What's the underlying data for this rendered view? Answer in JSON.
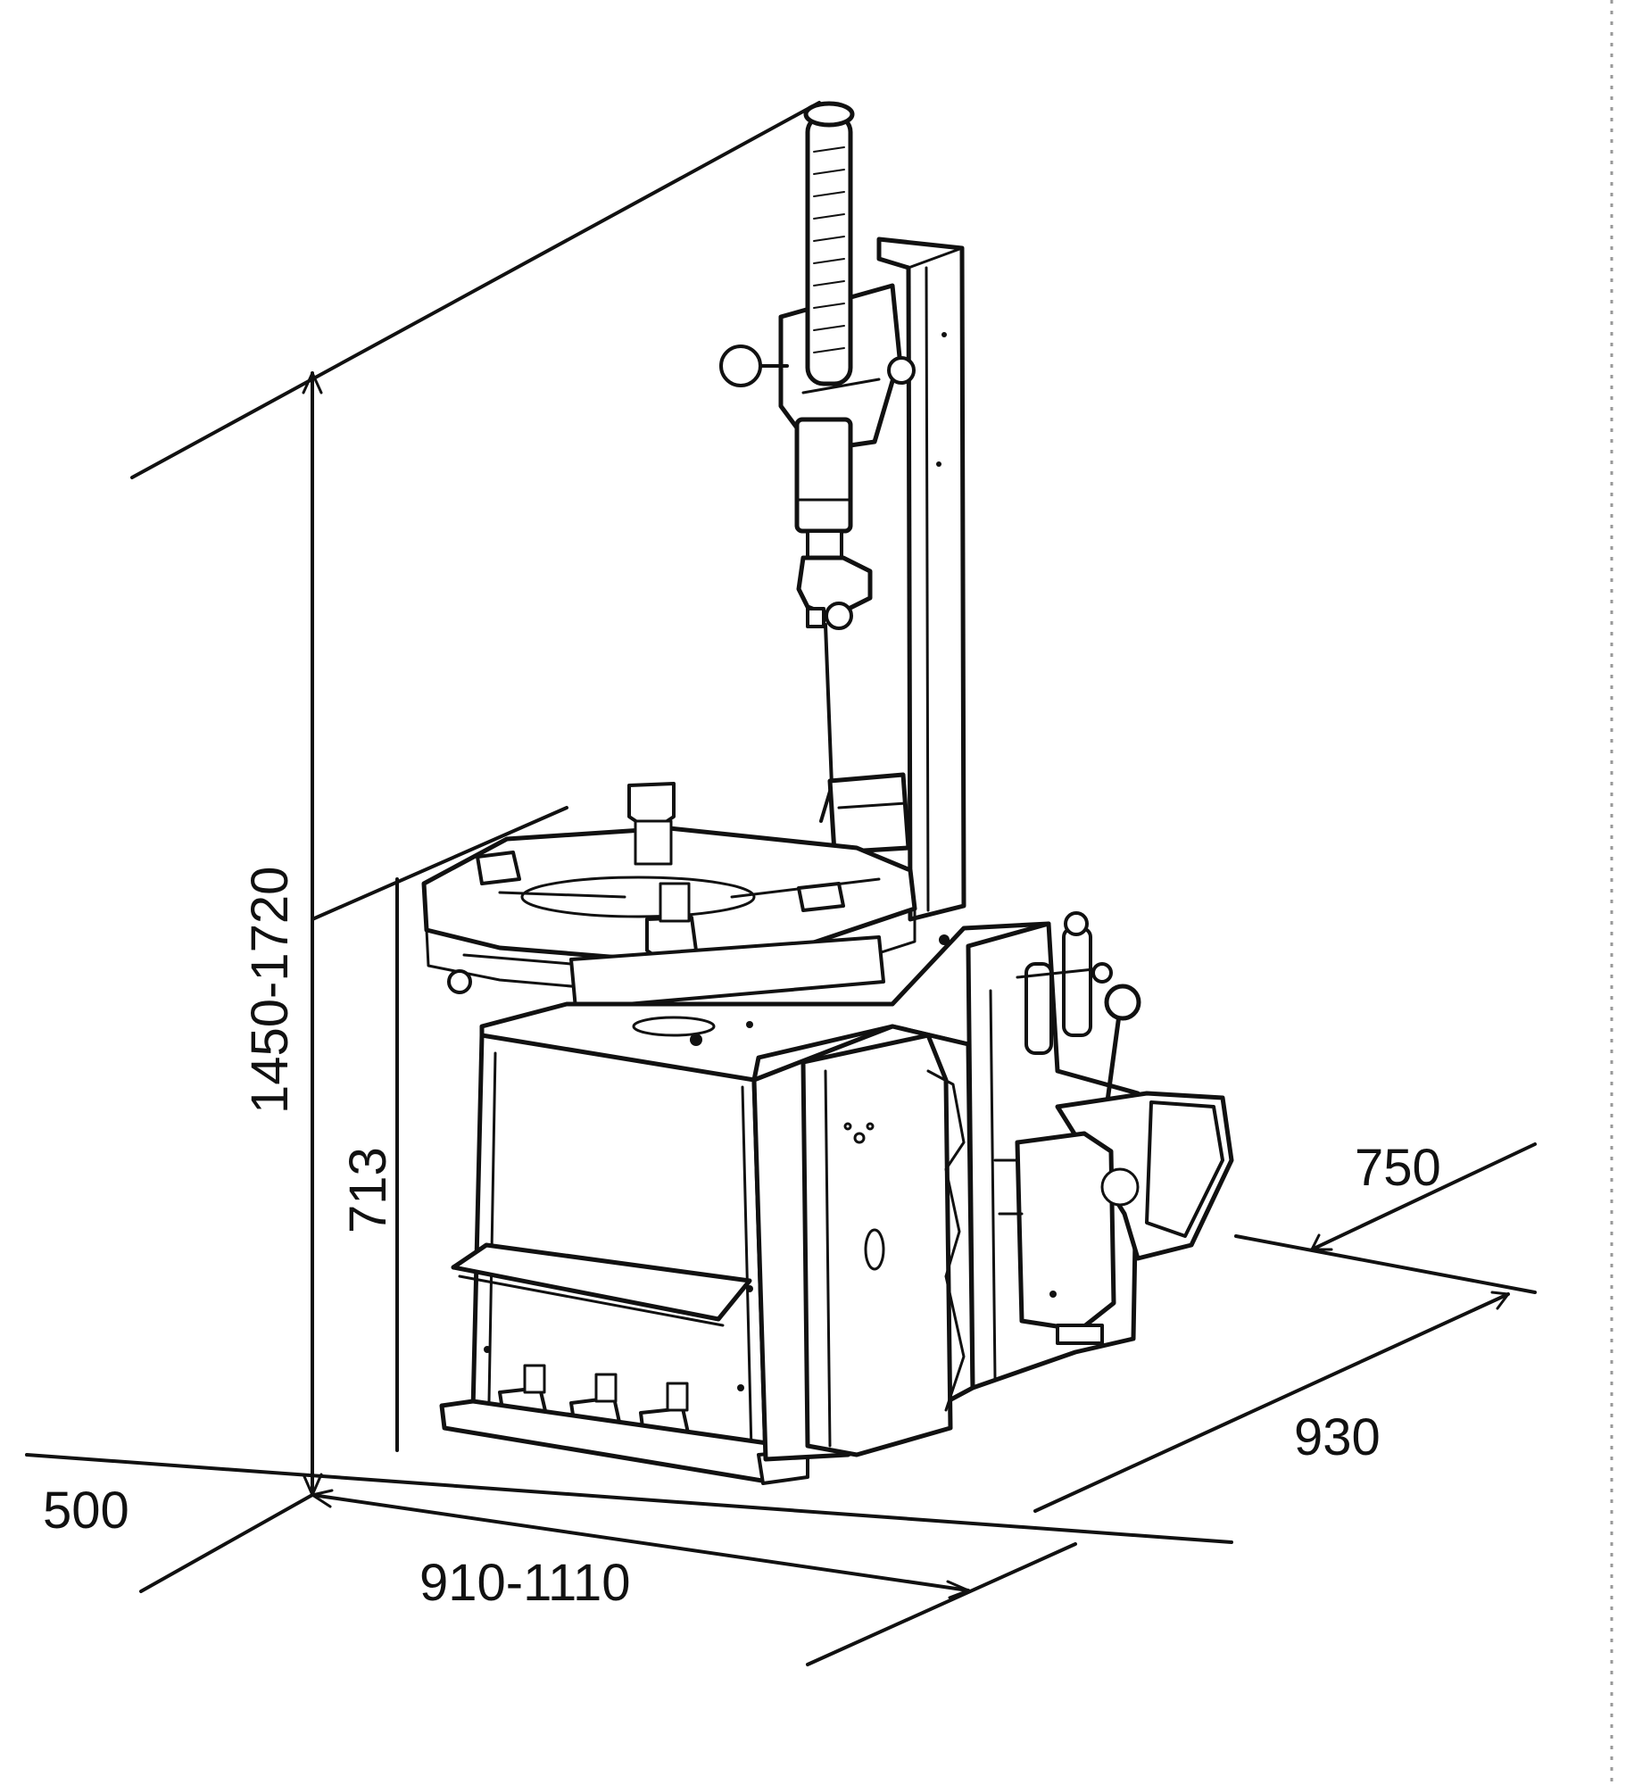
{
  "dimensions": {
    "total_height": "1450-1720",
    "table_height": "713",
    "depth_front": "750",
    "depth_side": "930",
    "width": "910-1110",
    "clearance": "500"
  },
  "colors": {
    "line": "#111111",
    "background": "#ffffff",
    "border_dots": "#999999"
  },
  "icons": {
    "machine": "tire-changer-machine"
  }
}
